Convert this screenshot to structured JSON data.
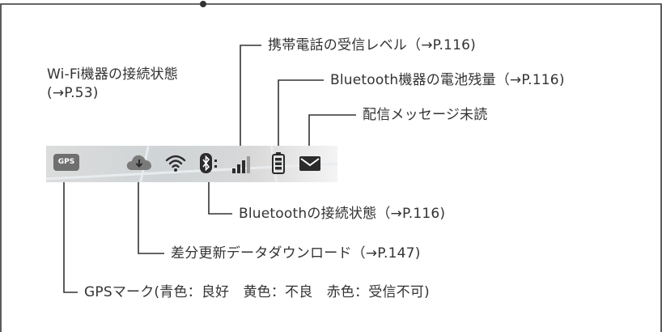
{
  "labels": {
    "cell_signal": "携帯電話の受信レベル（→P.116)",
    "wifi_status": "Wi-Fi機器の接続状態",
    "wifi_ref": "(→P.53)",
    "bt_battery": "Bluetooth機器の電池残量（→P.116)",
    "message_unread": "配信メッセージ未読",
    "bt_status": "Bluetoothの接続状態（→P.116)",
    "diff_update": "差分更新データダウンロード（→P.147)",
    "gps_mark": "GPSマーク(青色：良好　黄色：不良　赤色：受信不可)"
  },
  "status_bar": {
    "gps_badge": "GPS",
    "icons": [
      "gps-badge",
      "cloud-download-icon",
      "wifi-icon",
      "bluetooth-icon",
      "signal-bars-icon",
      "battery-icon",
      "mail-icon"
    ]
  },
  "colors": {
    "line": "#333333",
    "icon_dark": "#2b2b2b",
    "badge_bg": "#6f6f6f",
    "cloud": "#7a7a7a"
  }
}
